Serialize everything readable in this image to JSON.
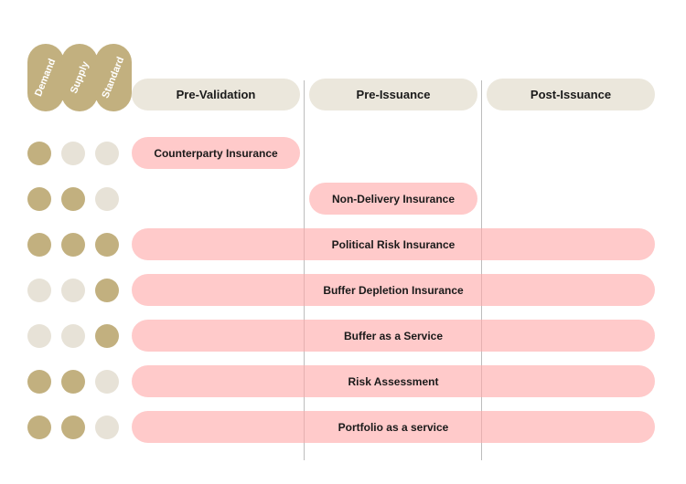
{
  "columns": [
    "Demand",
    "Supply",
    "Standard"
  ],
  "phases": [
    "Pre-Validation",
    "Pre-Issuance",
    "Post-Issuance"
  ],
  "colors": {
    "accent": "#c2b07f",
    "inactive": "#e7e2d7",
    "phase_bg": "#ebe7dc",
    "bar": "#ffc6c6"
  },
  "rows": [
    {
      "label": "Counterparty Insurance",
      "markers": [
        true,
        false,
        false
      ],
      "phases": [
        "Pre-Validation"
      ]
    },
    {
      "label": "Non-Delivery Insurance",
      "markers": [
        true,
        true,
        false
      ],
      "phases": [
        "Pre-Issuance"
      ]
    },
    {
      "label": "Political Risk Insurance",
      "markers": [
        true,
        true,
        true
      ],
      "phases": [
        "Pre-Validation",
        "Pre-Issuance",
        "Post-Issuance"
      ]
    },
    {
      "label": "Buffer Depletion Insurance",
      "markers": [
        false,
        false,
        true
      ],
      "phases": [
        "Pre-Validation",
        "Pre-Issuance",
        "Post-Issuance"
      ]
    },
    {
      "label": "Buffer as a Service",
      "markers": [
        false,
        false,
        true
      ],
      "phases": [
        "Pre-Validation",
        "Pre-Issuance",
        "Post-Issuance"
      ]
    },
    {
      "label": "Risk Assessment",
      "markers": [
        true,
        true,
        false
      ],
      "phases": [
        "Pre-Validation",
        "Pre-Issuance",
        "Post-Issuance"
      ]
    },
    {
      "label": "Portfolio as a service",
      "markers": [
        true,
        true,
        false
      ],
      "phases": [
        "Pre-Validation",
        "Pre-Issuance",
        "Post-Issuance"
      ]
    }
  ]
}
